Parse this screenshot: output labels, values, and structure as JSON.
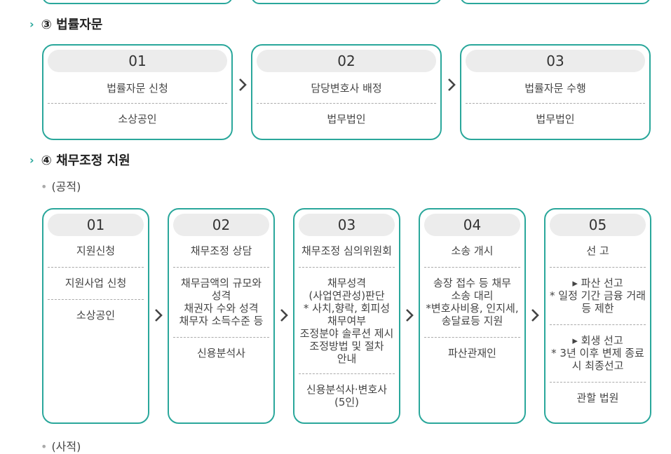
{
  "section3": {
    "title": "③ 법률자문",
    "steps": [
      {
        "num": "01",
        "title": "법률자문 신청",
        "actor": "소상공인"
      },
      {
        "num": "02",
        "title": "담당변호사 배정",
        "actor": "법무법인"
      },
      {
        "num": "03",
        "title": "법률자문 수행",
        "actor": "법무법인"
      }
    ]
  },
  "section4": {
    "title": "④ 채무조정 지원",
    "sub_label": "(공적)",
    "next_sub_label": "(사적)",
    "steps": [
      {
        "num": "01",
        "title": "지원신청",
        "lines": [
          "지원사업 신청"
        ],
        "actor": "소상공인"
      },
      {
        "num": "02",
        "title": "채무조정 상담",
        "lines": [
          "채무금액의 규모와",
          "성격",
          "채권자 수와 성격",
          "채무자 소득수준 등"
        ],
        "actor": "신용분석사"
      },
      {
        "num": "03",
        "title": "채무조정 심의위원회",
        "lines": [
          "채무성격",
          "(사업연관성)판단",
          "* 사치,향락, 회피성",
          "채무여부",
          "조정분야 솔루션 제시",
          "조정방법 및 절차",
          "안내"
        ],
        "actor_lines": [
          "신용분석사·변호사",
          "(5인)"
        ]
      },
      {
        "num": "04",
        "title": "소송 개시",
        "lines": [
          "송장 접수 등 채무",
          "소송 대리",
          "*변호사비용, 인지세,",
          "송달료등 지원"
        ],
        "actor": "파산관재인"
      },
      {
        "num": "05",
        "title": "선 고",
        "block1": [
          "▸ 파산 선고",
          "* 일정 기간 금융 거래",
          "등 제한"
        ],
        "block2": [
          "▸ 회생 선고",
          "* 3년 이후 변제 종료",
          "시 최종선고"
        ],
        "actor": "관할 법원"
      }
    ]
  },
  "colors": {
    "accent": "#2aa79b",
    "pill": "#ececec"
  },
  "icons": {
    "section_marker": "chevron-right-icon",
    "step_arrow": "chevron-right-icon"
  }
}
